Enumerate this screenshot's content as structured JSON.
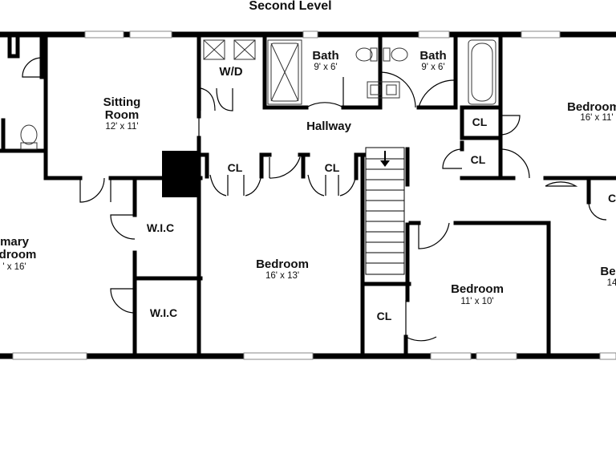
{
  "title": "Second Level",
  "rooms": {
    "primary_bedroom": {
      "name_line1": "mary",
      "name_line2": "droom",
      "dims": "' x 16'"
    },
    "sitting_room": {
      "name_line1": "Sitting",
      "name_line2": "Room",
      "dims": "12' x 11'"
    },
    "wd": {
      "name": "W/D"
    },
    "bath_left": {
      "name": "Bath",
      "dims": "9' x 6'"
    },
    "bath_right": {
      "name": "Bath",
      "dims": "9' x 6'"
    },
    "hallway": {
      "name": "Hallway"
    },
    "bedroom_top_right": {
      "name": "Bedroom",
      "dims": "16' x 11'"
    },
    "cl_top_right": {
      "name": "CL"
    },
    "cl_mid_right": {
      "name": "CL"
    },
    "cl_far_right": {
      "name": "C"
    },
    "wic_upper": {
      "name": "W.I.C"
    },
    "wic_lower": {
      "name": "W.I.C"
    },
    "cl_bed_left": {
      "name": "CL"
    },
    "cl_bed_right": {
      "name": "CL"
    },
    "bedroom_center": {
      "name": "Bedroom",
      "dims": "16' x 13'"
    },
    "bedroom_center_right": {
      "name": "Bedroom",
      "dims": "11' x 10'"
    },
    "cl_stair": {
      "name": "CL"
    },
    "bedroom_far_right": {
      "name": "Be",
      "dims": "14"
    }
  },
  "stairs": {
    "direction_icon": "arrow-down-icon"
  },
  "colors": {
    "wall": "#000000",
    "window": "#cfd3d4",
    "background": "#ffffff"
  }
}
